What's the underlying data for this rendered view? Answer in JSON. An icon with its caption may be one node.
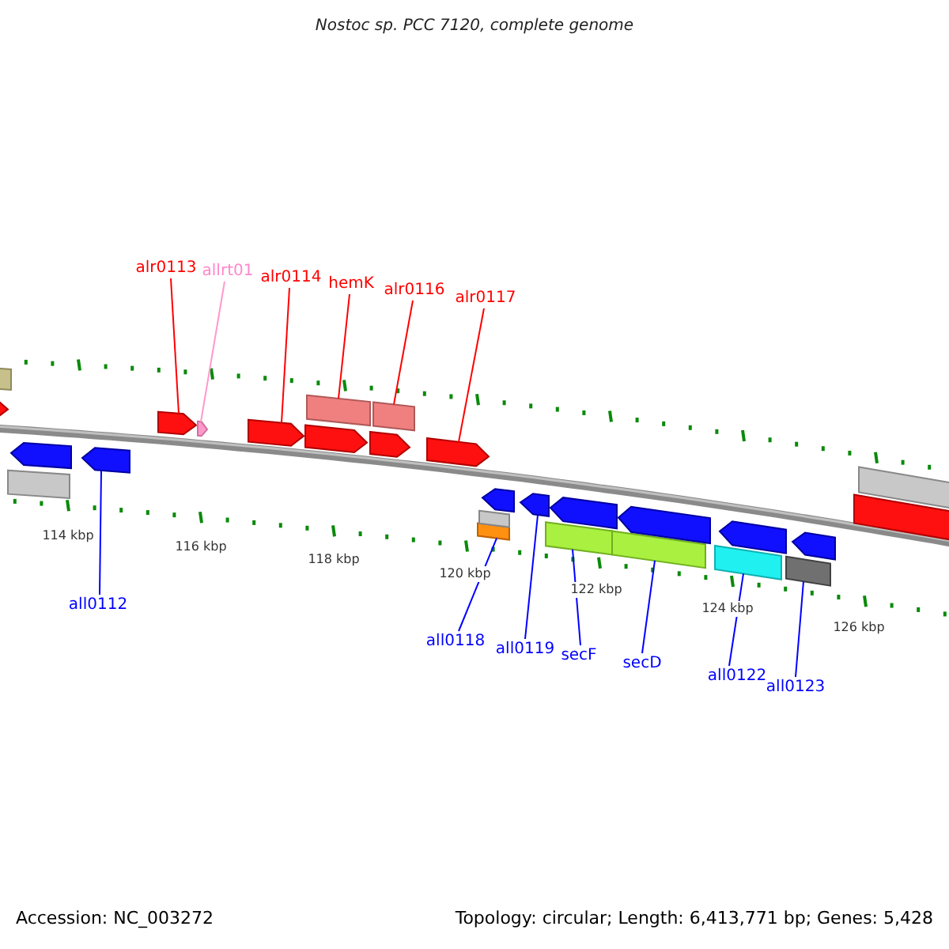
{
  "diagram": {
    "title": "Nostoc sp. PCC 7120, complete genome",
    "nodes": [
      {
        "text": [
          "alr0113"
        ]
      },
      {
        "text": [
          "allrt01"
        ]
      },
      {
        "text": [
          "alr0114"
        ]
      },
      {
        "text": [
          "hemK"
        ]
      },
      {
        "text": [
          "alr0116"
        ]
      },
      {
        "text": [
          "alr0117"
        ]
      },
      {
        "text": [
          "all0112"
        ]
      },
      {
        "text": [
          "all0118"
        ]
      },
      {
        "text": [
          "all0119"
        ]
      },
      {
        "text": [
          "secF"
        ]
      },
      {
        "text": [
          "secD"
        ]
      },
      {
        "text": [
          "all0122"
        ]
      },
      {
        "text": [
          "all0123"
        ]
      },
      {
        "text": [],
        "shape": "bar"
      },
      {
        "text": [],
        "shape": "pentagon"
      },
      {
        "text": [],
        "shape": "bar"
      },
      {
        "text": [],
        "shape": "pentagon"
      },
      {
        "text": [],
        "shape": "pentagon"
      },
      {
        "text": [],
        "shape": "pentagon"
      },
      {
        "text": [],
        "shape": "pentagon"
      },
      {
        "text": [],
        "shape": "pentagon"
      },
      {
        "text": [],
        "shape": "pentagon"
      },
      {
        "text": [],
        "shape": "bar"
      },
      {
        "text": [],
        "shape": "pentagon"
      },
      {
        "text": [],
        "shape": "bar"
      },
      {
        "text": [],
        "shape": "pentagon"
      },
      {
        "text": [],
        "shape": "bar"
      },
      {
        "text": [],
        "shape": "bar"
      },
      {
        "text": [],
        "shape": "pentagon"
      },
      {
        "text": [],
        "shape": "pentagon"
      },
      {
        "text": [],
        "shape": "bar"
      },
      {
        "text": [],
        "shape": "pentagon"
      },
      {
        "text": [],
        "shape": "bar"
      },
      {
        "text": [],
        "shape": "pentagon"
      },
      {
        "text": [],
        "shape": "bar"
      },
      {
        "text": [],
        "shape": "pentagon"
      },
      {
        "text": [],
        "shape": "bar"
      },
      {
        "text": [],
        "shape": "pentagon"
      },
      {
        "text": [],
        "shape": "bar"
      },
      {
        "text": [],
        "shape": "bar"
      }
    ],
    "edges": [
      {
        "from": 0,
        "to": 18,
        "arrow": "none",
        "color": "#ff0000"
      },
      {
        "from": 1,
        "to": 19,
        "arrow": "none",
        "color": "#ff99cc"
      },
      {
        "from": 2,
        "to": 20,
        "arrow": "none",
        "color": "#ff0000"
      },
      {
        "from": 3,
        "to": 22,
        "arrow": "none",
        "color": "#ff0000"
      },
      {
        "from": 4,
        "to": 24,
        "arrow": "none",
        "color": "#ff0000"
      },
      {
        "from": 5,
        "to": 25,
        "arrow": "none",
        "color": "#ff0000"
      },
      {
        "from": 6,
        "to": 17,
        "arrow": "none"
      },
      {
        "from": 7,
        "to": 26,
        "arrow": "none"
      },
      {
        "from": 8,
        "to": 29,
        "arrow": "none"
      },
      {
        "from": 9,
        "to": 30,
        "arrow": "none"
      },
      {
        "from": 10,
        "to": 32,
        "arrow": "none"
      },
      {
        "from": 11,
        "to": 34,
        "arrow": "none"
      },
      {
        "from": 12,
        "to": 36,
        "arrow": "none"
      }
    ],
    "labels": [
      "114 kbp",
      "116 kbp",
      "118 kbp",
      "120 kbp",
      "122 kbp",
      "124 kbp",
      "126 kbp",
      "Accession: NC_003272",
      "Topology: circular; Length: 6,413,771 bp; Genes: 5,428"
    ]
  }
}
